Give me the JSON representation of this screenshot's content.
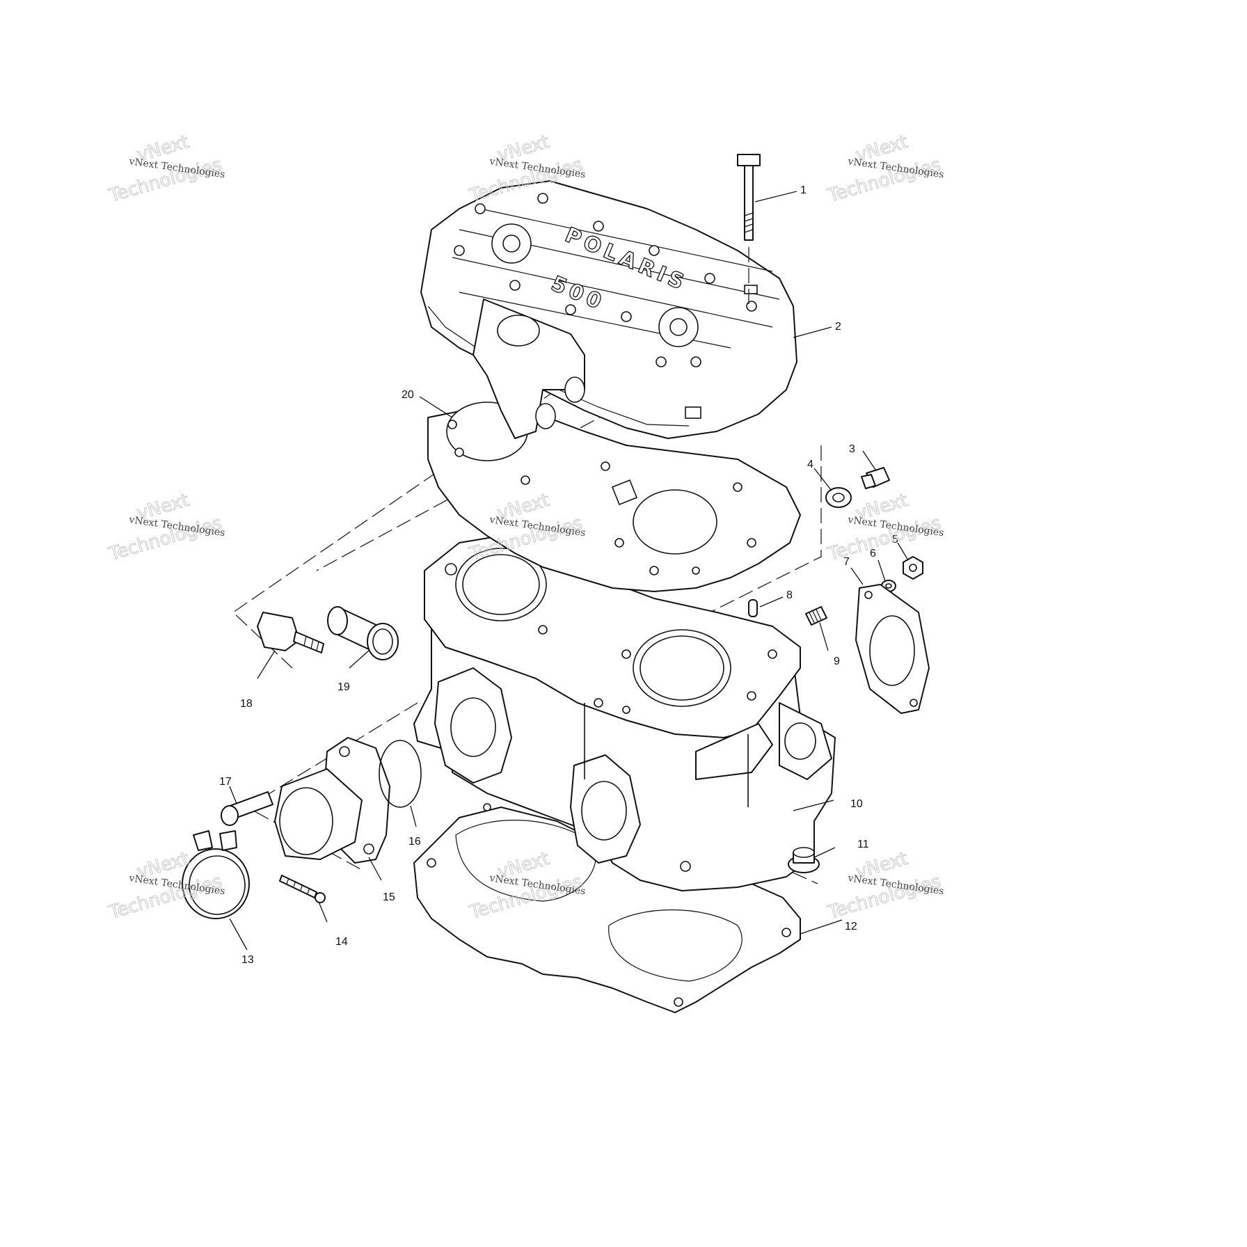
{
  "brand": {
    "name": "POLARIS",
    "model": "500"
  },
  "callouts": [
    "1",
    "2",
    "3",
    "4",
    "5",
    "6",
    "7",
    "8",
    "9",
    "10",
    "11",
    "12",
    "13",
    "14",
    "15",
    "16",
    "17",
    "18",
    "19",
    "20"
  ],
  "watermark": {
    "company": "vNext Technologies",
    "word1": "vNext",
    "word2": "Technologies"
  }
}
